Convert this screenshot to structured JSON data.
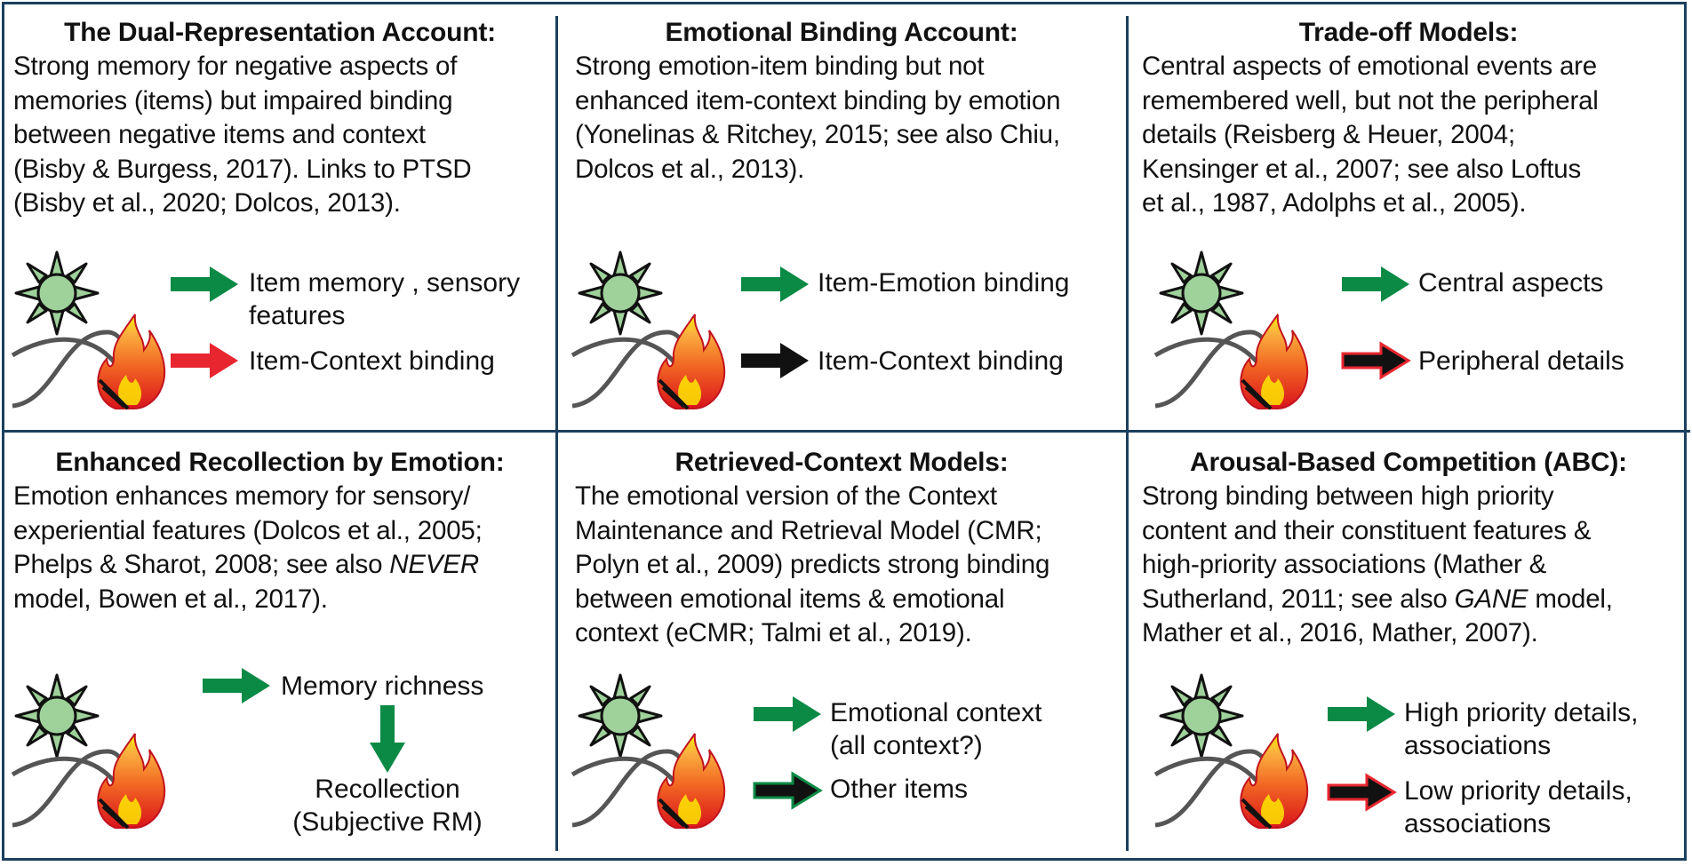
{
  "panels": [
    {
      "title": "The Dual-Representation Account:",
      "lines": [
        "Strong memory for negative aspects of",
        "memories (items) but impaired binding",
        "between negative items and context",
        "(Bisby & Burgess, 2017). Links to PTSD",
        "(Bisby et al., 2020; Dolcos, 2013)."
      ],
      "outcomes": [
        {
          "arrow": "green",
          "lines": [
            "Item memory , sensory",
            "features"
          ]
        },
        {
          "arrow": "red",
          "lines": [
            "Item-Context binding"
          ]
        }
      ]
    },
    {
      "title": "Emotional Binding Account:",
      "lines": [
        "Strong emotion-item binding but not",
        "enhanced item-context binding by emotion",
        "(Yonelinas & Ritchey, 2015; see also Chiu,",
        "Dolcos et al., 2013)."
      ],
      "outcomes": [
        {
          "arrow": "green",
          "lines": [
            "Item-Emotion binding"
          ]
        },
        {
          "arrow": "black",
          "lines": [
            "Item-Context binding"
          ]
        }
      ]
    },
    {
      "title": "Trade-off Models:",
      "lines": [
        "Central aspects of emotional events are",
        "remembered well, but not the peripheral",
        "details (Reisberg & Heuer, 2004;",
        "Kensinger et al., 2007; see also Loftus",
        "et al., 1987, Adolphs et al., 2005)."
      ],
      "outcomes": [
        {
          "arrow": "green",
          "lines": [
            "Central aspects"
          ]
        },
        {
          "arrow": "black-red",
          "lines": [
            "Peripheral details"
          ]
        }
      ]
    },
    {
      "title": "Enhanced Recollection by Emotion:",
      "lines": [
        "Emotion enhances memory for sensory/",
        "experiential features (Dolcos et al., 2005;",
        "Phelps & Sharot, 2008; see also ",
        "model, Bowen et al., 2017)."
      ],
      "italic_word": "NEVER",
      "outcomes": [
        {
          "arrow": "green",
          "lines": [
            "Memory richness"
          ]
        },
        {
          "arrow": "green-down",
          "lines": [
            "Recollection",
            "(Subjective RM)"
          ]
        }
      ]
    },
    {
      "title": "Retrieved-Context Models:",
      "lines": [
        "The emotional version of the Context",
        "Maintenance and Retrieval Model (CMR;",
        "Polyn et al., 2009) predicts strong binding",
        "between emotional items & emotional",
        "context (eCMR; Talmi et al., 2019)."
      ],
      "outcomes": [
        {
          "arrow": "green",
          "lines": [
            "Emotional context",
            "(all context?)"
          ]
        },
        {
          "arrow": "black-green",
          "lines": [
            "Other items"
          ]
        }
      ]
    },
    {
      "title": "Arousal-Based Competition (ABC):",
      "lines": [
        "Strong binding between high priority",
        "content and their constituent features &",
        "high-priority associations (Mather &",
        "Sutherland, 2011; see also ",
        " model,",
        "Mather et al., 2016, Mather, 2007)."
      ],
      "italic_word": "GANE",
      "outcomes": [
        {
          "arrow": "green",
          "lines": [
            "High priority details,",
            "associations"
          ]
        },
        {
          "arrow": "black-red",
          "lines": [
            "Low priority details,",
            "associations"
          ]
        }
      ]
    }
  ],
  "colors": {
    "border": "#1b3f5e",
    "green": "#0a8a45",
    "red": "#e8262f",
    "black": "#111111",
    "sun_fill": "#9fd19a"
  }
}
